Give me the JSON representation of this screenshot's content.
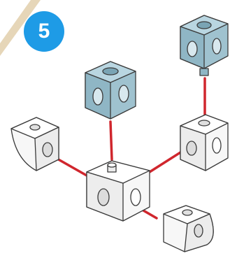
{
  "step": {
    "number": "5",
    "badge_color": "#1e9be6"
  },
  "palette": {
    "connector_color": "#d0262d",
    "blue_cube_fill": "#9fc2cf",
    "white_cube_fill": "#f7f7f7",
    "outline": "#3b3b3b",
    "corner_stripe": "#e6d6b8"
  },
  "diagram": {
    "parts": [
      "center-cube",
      "top-blue-cube",
      "right-white-cube",
      "right-top-blue-cube",
      "left-roof-piece",
      "bottom-right-roof-piece"
    ],
    "connections": [
      "center-to-top",
      "center-to-left",
      "center-to-right",
      "right-to-right-top",
      "center-to-bottom-right"
    ]
  }
}
